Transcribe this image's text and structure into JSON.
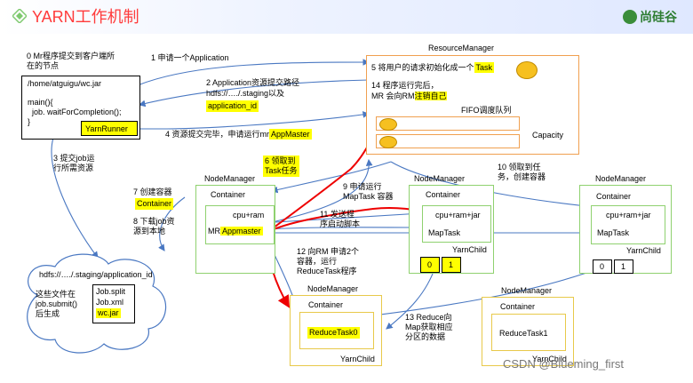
{
  "header": {
    "title": "YARN工作机制",
    "brand": "尚硅谷",
    "colors": {
      "title": "#ff3b3b",
      "banner": "#dfe8ff",
      "brand": "#2e7d32"
    }
  },
  "client": {
    "node_label": "0 Mr程序提交到客户端所在的节点",
    "path": "/home/atguigu/wc.jar",
    "code_line1": "main(){",
    "code_line2": "  job. waitForCompletion();",
    "code_line3": "}",
    "runner": "YarnRunner"
  },
  "resource_manager": {
    "title": "ResourceManager",
    "step5_text": "5 将用户的请求初始化成一个",
    "step5_task": "Task",
    "step14_line1": "14 程序运行完后，",
    "step14_line2_pre": "MR 会向RM",
    "step14_hl": "注销自己",
    "fifo_title": "FIFO调度队列",
    "capacity": "Capacity"
  },
  "steps": {
    "s1": "1 申请一个Application",
    "s2_line1": "2 Application资源提交路径",
    "s2_line2": "hdfs://…./.staging以及",
    "s2_hl": "application_id",
    "s3": "3 提交job运\n行所需资源",
    "s4_pre": "4 资源提交完毕，申请运行mr",
    "s4_hl": "AppMaster",
    "s6": "6 领取到\nTask任务",
    "s7_pre": "7 创建容器",
    "s7_hl": "Container",
    "s8": "8 下载job资\n源到本地",
    "s9": "9 申请运行\nMapTask 容器",
    "s10": "10 领取到任\n务，创建容器",
    "s11": "11 发送程\n序启动脚本",
    "s12": "12 向RM 申请2个\n容器，运行\nReduceTask程序",
    "s13": "13 Reduce向\nMap获取相应\n分区的数据"
  },
  "hdfs": {
    "path": "hdfs://…./.staging/application_id",
    "note": "这些文件在\njob.submit()\n后生成",
    "files": [
      "Job.split",
      "Job.xml",
      "wc.jar"
    ]
  },
  "nm_app": {
    "title": "NodeManager",
    "container": "Container",
    "cpu": "cpu+ram",
    "mr_pre": "MR",
    "mr_hl": "Appmaster"
  },
  "nm_map1": {
    "title": "NodeManager",
    "container": "Container",
    "cpu": "cpu+ram+jar",
    "task": "MapTask",
    "child": "YarnChild",
    "parts": [
      "0",
      "1"
    ]
  },
  "nm_map2": {
    "title": "NodeManager",
    "container": "Container",
    "cpu": "cpu+ram+jar",
    "task": "MapTask",
    "child": "YarnChild",
    "parts": [
      "0",
      "1"
    ]
  },
  "nm_red0": {
    "title": "NodeManager",
    "container": "Container",
    "task": "ReduceTask0",
    "child": "YarnChild"
  },
  "nm_red1": {
    "title": "NodeManager",
    "container": "Container",
    "task": "ReduceTask1",
    "child": "YarnChild"
  },
  "watermark": "CSDN @Blueming_first"
}
